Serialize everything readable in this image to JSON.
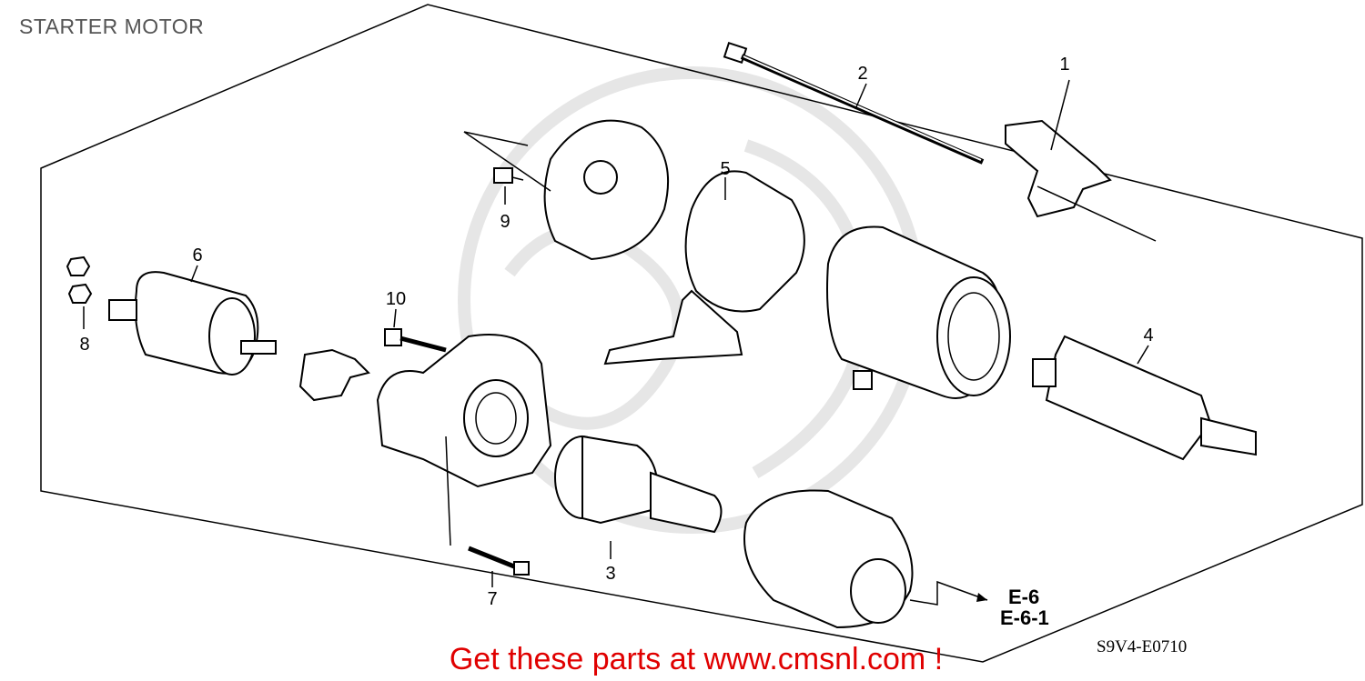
{
  "title": "STARTER MOTOR",
  "callouts": [
    "1",
    "2",
    "3",
    "4",
    "5",
    "6",
    "7",
    "8",
    "9",
    "10"
  ],
  "references": [
    "E-6",
    "E-6-1"
  ],
  "diagram_code": "S9V4-E0710",
  "promo_text": "Get these parts at www.cmsnl.com !",
  "colors": {
    "promo": "#e00000",
    "lines": "#000000",
    "title": "#555555"
  }
}
